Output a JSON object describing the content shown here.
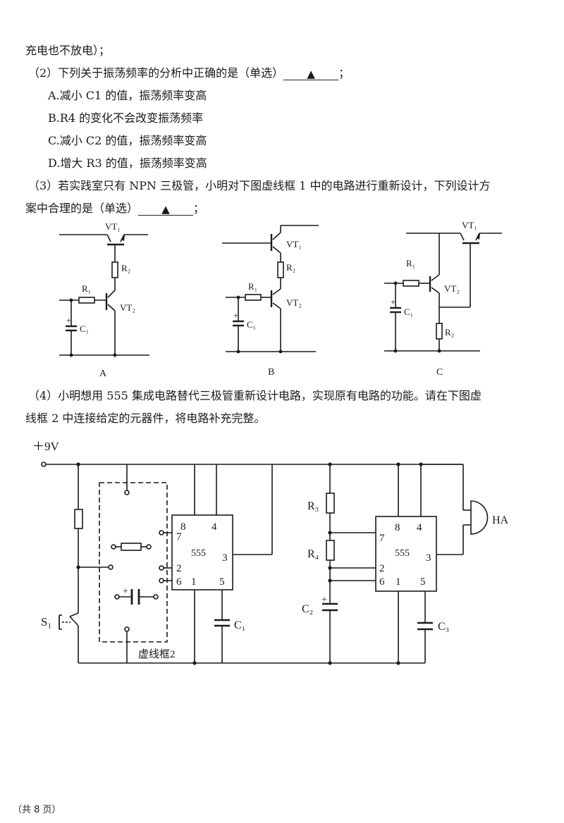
{
  "text": {
    "line0": "充电也不放电）；",
    "q2_stem": "（2）下列关于振荡频率的分析中正确的是（单选）",
    "q2_blank": "▲",
    "q2_end": "；",
    "q2_options": [
      "A.减小 C1 的值，振荡频率变高",
      "B.R4 的变化不会改变振荡频率",
      "C.减小 C2 的值，振荡频率变高",
      "D.增大 R3 的值，振荡频率变高"
    ],
    "q3_stem_1": "（3）若实践室只有 NPN 三极管，小明对下图虚线框 1 中的电路进行重新设计，下列设计方",
    "q3_stem_2": "案中合理的是（单选）",
    "q3_blank": "▲",
    "q3_end": "；",
    "q4_stem_1": "（4）小明想用 555 集成电路替代三极管重新设计电路，实现原有电路的功能。请在下图虚",
    "q4_stem_2": "线框 2 中连接给定的元器件，将电路补充完整。",
    "footer": "（共 8 页）"
  },
  "options_diagrams": {
    "A": {
      "caption": "A",
      "vt1": "VT₁",
      "vt2": "VT₂",
      "r1": "R₁",
      "r2": "R₂",
      "c1": "C₁",
      "plus": "+"
    },
    "B": {
      "caption": "B",
      "vt1": "VT₁",
      "vt2": "VT₂",
      "r1": "R₁",
      "r2": "R₂",
      "c1": "C₁",
      "plus": "+"
    },
    "C": {
      "caption": "C",
      "vt1": "VT₁",
      "vt2": "VT₂",
      "r1": "R₁",
      "r2": "R₂",
      "c1": "C₁",
      "plus": "+"
    }
  },
  "main_circuit": {
    "supply": "＋9V",
    "switch": "S₁",
    "dashed_box_label": "虚线框2",
    "ic1": {
      "name": "555",
      "pins": [
        "8",
        "4",
        "7",
        "3",
        "2",
        "6",
        "1",
        "5"
      ]
    },
    "ic2": {
      "name": "555",
      "pins": [
        "8",
        "4",
        "7",
        "3",
        "2",
        "6",
        "1",
        "5"
      ]
    },
    "c1": "C₁",
    "c2": "C₂",
    "c3": "C₃",
    "r3": "R₃",
    "r4": "R₄",
    "buzzer": "HA",
    "plus": "+"
  }
}
